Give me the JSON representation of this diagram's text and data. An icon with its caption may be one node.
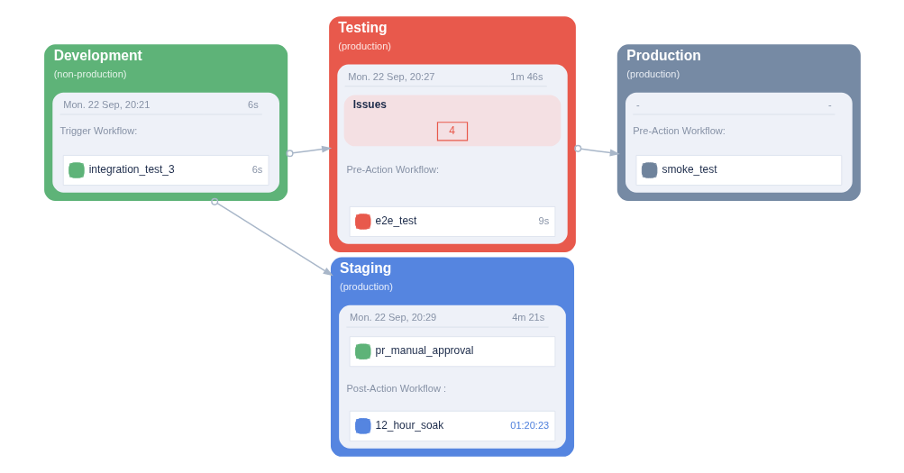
{
  "diagram": {
    "nodes": [
      {
        "text": [
          "Development",
          "(non-production)"
        ]
      },
      {
        "text": [
          "Mon. 22 Sep, 20:21",
          "6s",
          "Trigger Workflow:"
        ],
        "in": 0
      },
      {
        "text": [
          "integration_test_3",
          "6s"
        ],
        "in": 1
      },
      {
        "text": [
          "Testing",
          "(production)"
        ]
      },
      {
        "text": [
          "Mon. 22 Sep, 20:27",
          "1m 46s",
          "Pre-Action Workflow:"
        ],
        "in": 3
      },
      {
        "text": [
          "Issues"
        ],
        "in": 4
      },
      {
        "text": [
          "4"
        ],
        "in": 5
      },
      {
        "text": [
          "e2e_test",
          "9s"
        ],
        "in": 4
      },
      {
        "text": [
          "Production",
          "(production)"
        ]
      },
      {
        "text": [
          "-",
          "-",
          "Pre-Action Workflow:"
        ],
        "in": 8
      },
      {
        "text": [
          "smoke_test"
        ],
        "in": 9
      },
      {
        "text": [
          "Staging",
          "(production)"
        ]
      },
      {
        "text": [
          "Mon. 22 Sep, 20:29",
          "4m 21s",
          "Post-Action Workflow :"
        ],
        "in": 11
      },
      {
        "text": [
          "pr_manual_approval"
        ],
        "in": 12
      },
      {
        "text": [
          "12_hour_soak",
          "01:20:23"
        ],
        "in": 12
      }
    ],
    "edges": [
      {
        "from": 0,
        "to": 3,
        "arrow": "to"
      },
      {
        "from": 0,
        "to": 11,
        "arrow": "to"
      },
      {
        "from": 3,
        "to": 8,
        "arrow": "to"
      }
    ]
  }
}
